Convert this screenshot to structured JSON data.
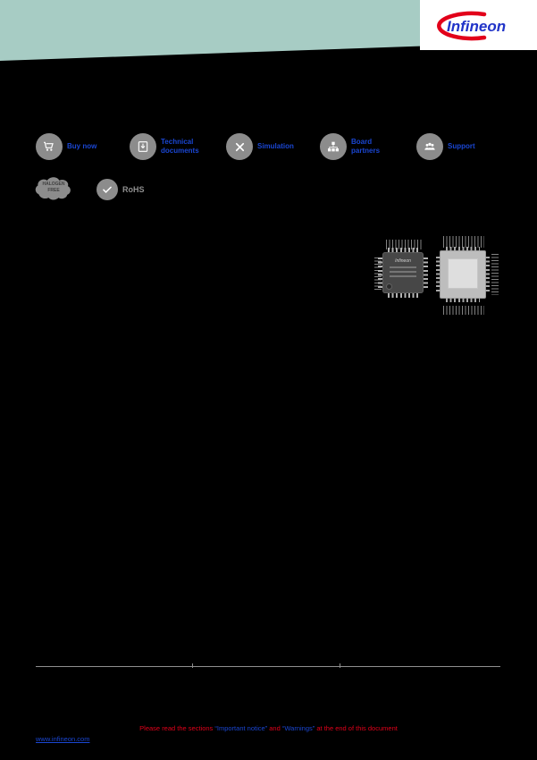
{
  "brand": {
    "name": "Infineon"
  },
  "quick_links": [
    {
      "icon": "cart-icon",
      "label": "Buy now"
    },
    {
      "icon": "download-icon",
      "label": "Technical\ndocuments"
    },
    {
      "icon": "tools-icon",
      "label": "Simulation"
    },
    {
      "icon": "hierarchy-icon",
      "label": "Board\npartners"
    },
    {
      "icon": "people-icon",
      "label": "Support"
    }
  ],
  "compliance": {
    "halogen_free": "HALOGEN\nFREE",
    "rohs": "RoHS"
  },
  "chips": {
    "marking": "Infineon"
  },
  "footer": {
    "notice_part1": "Please read the sections ",
    "notice_link1": "“Important notice”",
    "notice_part2": " and ",
    "notice_link2": "“Warnings”",
    "notice_part3": " at the end of this document",
    "website": "www.infineon.com"
  },
  "colors": {
    "band_teal": "#a7ccc4",
    "accent_red": "#e2001a",
    "link_blue": "#1a46d2",
    "icon_gray": "#8c8c8c"
  }
}
